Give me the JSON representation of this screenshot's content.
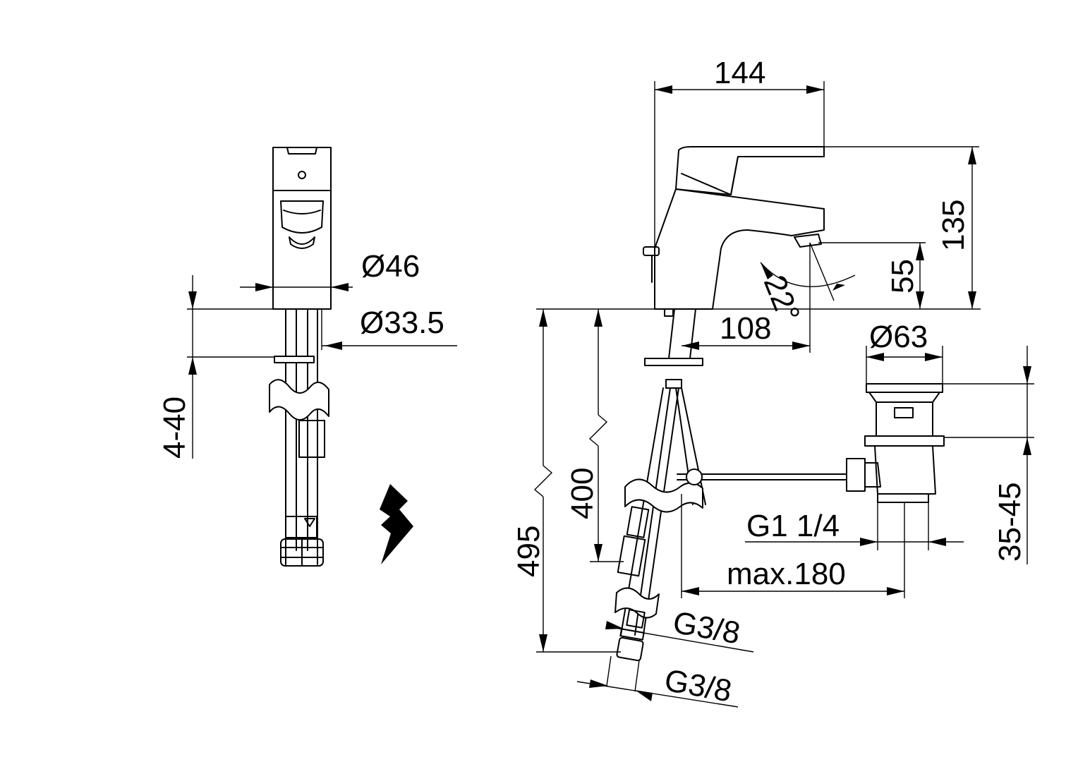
{
  "dimensions": {
    "width_144": "144",
    "height_135": "135",
    "spout_55": "55",
    "angle_22": "22°",
    "reach_108": "108",
    "dia_46": "Ø46",
    "dia_33_5": "Ø33.5",
    "range_4_40": "4-40",
    "dia_63": "Ø63",
    "range_35_45": "35-45",
    "len_400": "400",
    "len_495": "495",
    "thread_g1_1_4": "G1 1/4",
    "max_180": "max.180",
    "thread_g3_8_upper": "G3/8",
    "thread_g3_8_lower": "G3/8"
  },
  "icons": {
    "electric": "lightning-bolt-icon"
  }
}
